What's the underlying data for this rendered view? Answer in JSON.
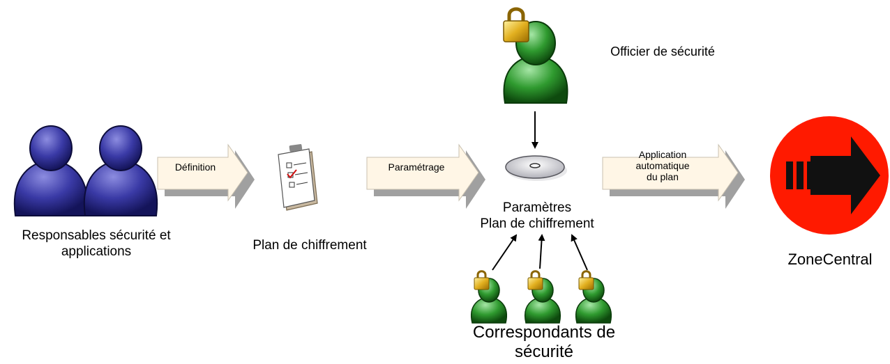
{
  "colors": {
    "blue_person": "#2f2f92",
    "green_person": "#2e8a2e",
    "lock_gold": "#e0b020",
    "zone_red": "#ff1a00",
    "arrow_fill": "#fff6e6",
    "arrow_shadow": "#9a9a9a"
  },
  "icons": [
    "people-icon",
    "checklist-icon",
    "disc-icon",
    "lock-person-icon",
    "zonecentral-logo-icon"
  ],
  "labels": {
    "responsables": "Responsables sécurité et applications",
    "plan": "Plan de chiffrement",
    "officier": "Officier de sécurité",
    "parametres_line1": "Paramètres",
    "parametres_line2": "Plan de chiffrement",
    "correspondants": "Correspondants de sécurité",
    "zonecentral": "ZoneCentral"
  },
  "arrows": {
    "definition": "Définition",
    "parametrage": "Paramétrage",
    "application_line1": "Application",
    "application_line2": "automatique",
    "application_line3": "du plan"
  }
}
